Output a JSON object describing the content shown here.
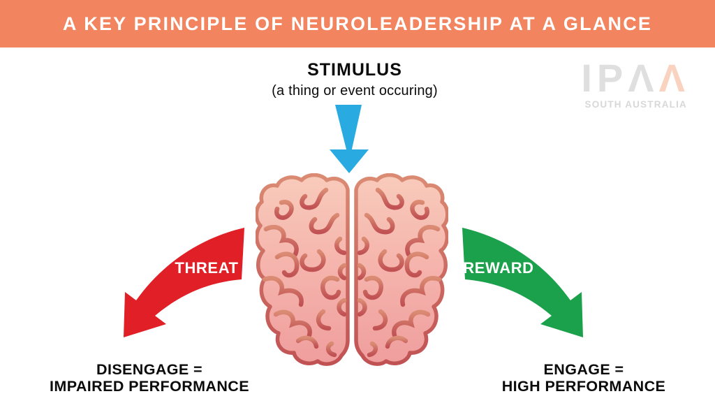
{
  "banner": {
    "title": "A KEY PRINCIPLE OF NEUROLEADERSHIP AT A GLANCE",
    "bg_color": "#F2845F"
  },
  "stimulus": {
    "title": "STIMULUS",
    "subtitle": "(a thing or event occuring)"
  },
  "logo": {
    "text_gray": "IPΛ",
    "text_accent": "Λ",
    "subtext": "SOUTH AUSTRALIA"
  },
  "arrows": {
    "stimulus_color": "#29ABE2",
    "threat_color": "#E01F26",
    "reward_color": "#1BA04B"
  },
  "threat": {
    "label": "THREAT",
    "outcome_line1": "DISENGAGE =",
    "outcome_line2": "IMPAIRED PERFORMANCE"
  },
  "reward": {
    "label": "REWARD",
    "outcome_line1": "ENGAGE =",
    "outcome_line2": "HIGH PERFORMANCE"
  },
  "brain": {
    "fill_top": "#F8CBBB",
    "fill_mid": "#F5B3AC",
    "fill_bottom": "#EF9E9D",
    "stroke_top": "#DB8B73",
    "stroke_mid": "#CC6B62",
    "stroke_bottom": "#C15254"
  }
}
